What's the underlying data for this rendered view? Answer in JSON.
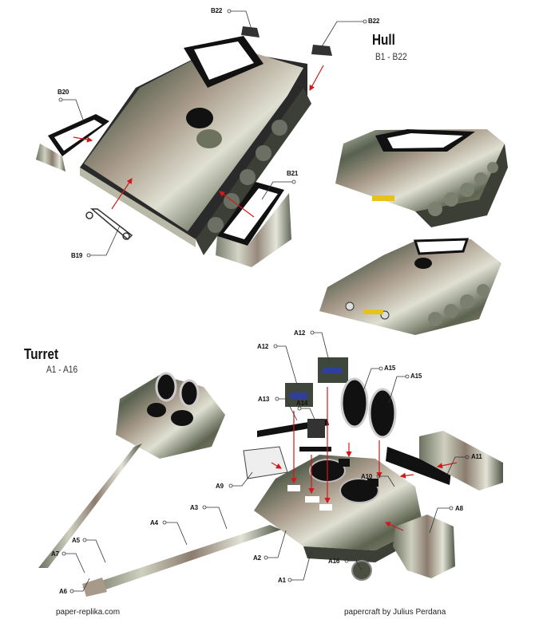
{
  "hull": {
    "title": "Hull",
    "range": "B1 - B22",
    "labels": {
      "b22a": "B22",
      "b22b": "B22",
      "b20": "B20",
      "b21": "B21",
      "b19": "B19"
    }
  },
  "turret": {
    "title": "Turret",
    "range": "A1 - A16",
    "labels": {
      "a12a": "A12",
      "a12b": "A12",
      "a15a": "A15",
      "a15b": "A15",
      "a13": "A13",
      "a14": "A14",
      "a11": "A11",
      "a10": "A10",
      "a9": "A9",
      "a3": "A3",
      "a4": "A4",
      "a8": "A8",
      "a5": "A5",
      "a7": "A7",
      "a2": "A2",
      "a16": "A16",
      "a1": "A1",
      "a6": "A6"
    }
  },
  "footer": {
    "site": "paper-replika.com",
    "credit": "papercraft by Julius Perdana"
  },
  "colors": {
    "arrow": "#d0191b",
    "camo_dark": "#4d5446",
    "camo_light": "#c9cbb8",
    "camo_brown": "#8b7a6a"
  }
}
